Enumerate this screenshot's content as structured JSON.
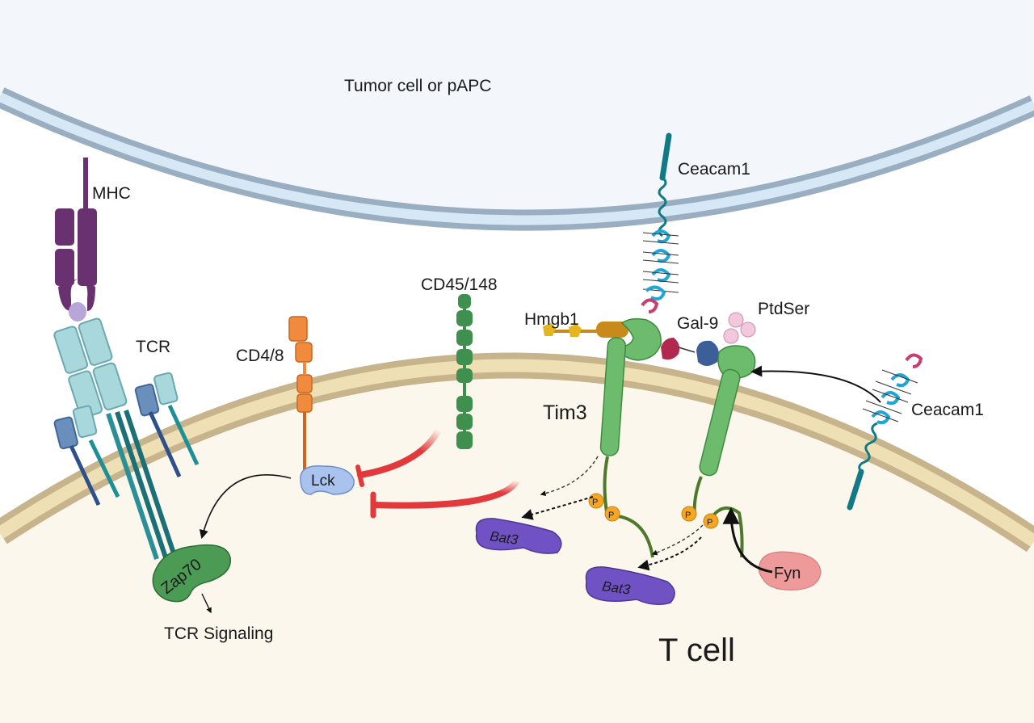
{
  "labels": {
    "tumor_cell": "Tumor cell or  pAPC",
    "t_cell": "T cell",
    "mhc": "MHC",
    "tcr": "TCR",
    "cd48": "CD4/8",
    "cd45": "CD45/148",
    "hmgb1": "Hmgb1",
    "gal9": "Gal-9",
    "ptdser": "PtdSer",
    "ceacam1_top": "Ceacam1",
    "ceacam1_right": "Ceacam1",
    "tim3": "Tim3",
    "lck": "Lck",
    "zap70": "Zap70",
    "tcr_signaling": "TCR Signaling",
    "bat3_left": "Bat3",
    "bat3_right": "Bat3",
    "fyn": "Fyn",
    "phospho": "P"
  },
  "colors": {
    "tumor_bg": "#f3f7fb",
    "tcell_bg": "#fbf7ec",
    "tumor_membrane_outer": "#9aaec2",
    "tumor_membrane_inner": "#d6e8f5",
    "tcell_membrane_outer": "#c7b48c",
    "tcell_membrane_inner": "#efdfb4",
    "mhc": "#6a3170",
    "tcr": "#a8d8dc",
    "cd3": "#6a8fbd",
    "cd48": "#f08a3c",
    "cd45": "#3f8f4e",
    "tim3": "#6dbb6d",
    "hmgb1": "#c98a1c",
    "gal9": "#b1294f",
    "gal9b": "#3d5f99",
    "ptdser": "#f2c9dc",
    "ceacam1": "#1fa6d4",
    "ceacam1_tail": "#117a84",
    "lck": "#a9c3ee",
    "zap70": "#4b9b55",
    "bat3": "#7152c5",
    "fyn": "#ef9a9a",
    "phospho": "#f5a623",
    "inhibit": "#e1393c"
  }
}
